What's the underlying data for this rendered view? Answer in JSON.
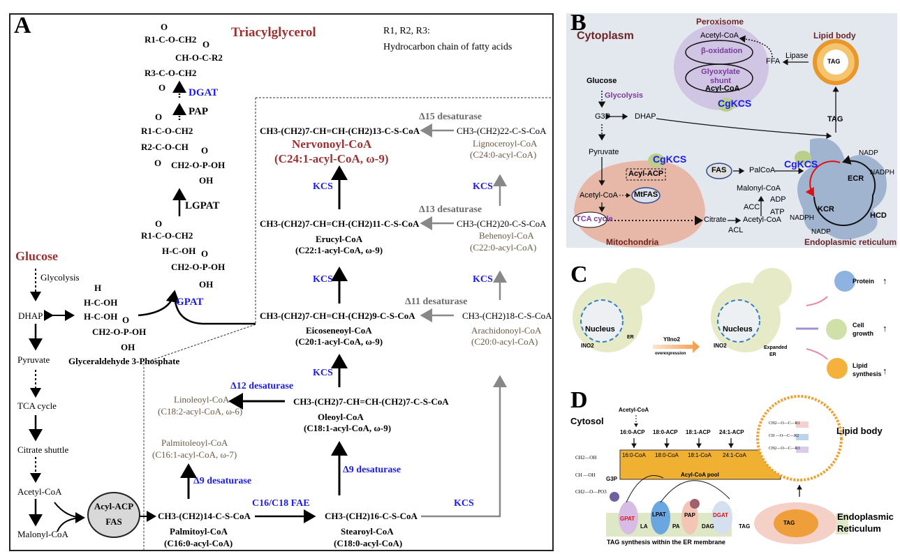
{
  "panels": {
    "A": {
      "label": "A",
      "r_legend_line1": "R1, R2, R3:",
      "r_legend_line2": "Hydrocarbon chain of fatty acids",
      "tag_title": "Triacylglycerol",
      "tag_struct": [
        "R1-C-O-CH2",
        "CH-O-C-R2",
        "R3-C-O-CH2"
      ],
      "enzymes_tag": {
        "dgat": "DGAT",
        "pap": "PAP",
        "lgpat": "LGPAT",
        "gpat": "GPAT"
      },
      "pa_struct": [
        "R1-C-O-CH2",
        "R2-C-O-CH",
        "CH2-O-P-OH",
        "OH"
      ],
      "lpa_struct": [
        "R1-C-O-CH2",
        "H-C-OH",
        "CH2-O-P-OH",
        "OH"
      ],
      "g3p_struct": [
        "H",
        "H-C-OH",
        "H-C-OH",
        "CH2-O-P-OH",
        "OH"
      ],
      "g3p_name": "Glyceraldehyde 3-Phosphate",
      "glucose_path": {
        "glucose": "Glucose",
        "glycolysis": "Glycolysis",
        "dhap": "DHAP",
        "pyruvate": "Pyruvate",
        "tca": "TCA cycle",
        "citrate": "Citrate shuttle",
        "acetyl": "Acetyl-CoA",
        "malonyl": "Malonyl-CoA"
      },
      "fas_node": {
        "line1": "Acyl-ACP",
        "line2": "FAS"
      },
      "molecules": {
        "nervonoyl": {
          "formula": "CH3-(CH2)7-CH=CH-(CH2)13-C-S-CoA",
          "name": "Nervonoyl-CoA",
          "desc": "(C24:1-acyl-CoA, ω-9)"
        },
        "erucyl": {
          "formula": "CH3-(CH2)7-CH=CH-(CH2)11-C-S-CoA",
          "name": "Erucyl-CoA",
          "desc": "(C22:1-acyl-CoA, ω-9)"
        },
        "eicoseneoyl": {
          "formula": "CH3-(CH2)7-CH=CH-(CH2)9-C-S-CoA",
          "name": "Eicoseneoyl-CoA",
          "desc": "(C20:1-acyl-CoA, ω-9)"
        },
        "oleoyl": {
          "formula": "CH3-(CH2)7-CH=CH-(CH2)7-C-S-CoA",
          "name": "Oleoyl-CoA",
          "desc": "(C18:1-acyl-CoA, ω-9)"
        },
        "palmitoyl": {
          "formula": "CH3-(CH2)14-C-S-CoA",
          "name": "Palmitoyl-CoA",
          "desc": "(C16:0-acyl-CoA)"
        },
        "stearoyl": {
          "formula": "CH3-(CH2)16-C-S-CoA",
          "name": "Stearoyl-CoA",
          "desc": "(C18:0-acyl-CoA)"
        },
        "lignoceroyl": {
          "formula": "CH3-(CH2)22-C-S-CoA",
          "name": "Lignoceroyl-CoA",
          "desc": "(C24:0-acyl-CoA)"
        },
        "behenoyl": {
          "formula": "CH3-(CH2)20-C-S-CoA",
          "name": "Behenoyl-CoA",
          "desc": "(C22:0-acyl-CoA)"
        },
        "arachidonoyl": {
          "formula": "CH3-(CH2)18-C-S-CoA",
          "name": "Arachidonoyl-CoA",
          "desc": "(C20:0-acyl-CoA)"
        },
        "linoleoyl": {
          "name": "Linoleoyl-CoA",
          "desc": "(C18:2-acyl-CoA,  ω-6)"
        },
        "palmitoleoyl": {
          "name": "Palmitoleoyl-CoA",
          "desc": "(C16:1-acyl-CoA,  ω-7)"
        }
      },
      "enzymes": {
        "d15": "Δ15 desaturase",
        "d13": "Δ13 desaturase",
        "d11": "Δ11 desaturase",
        "d12": "Δ12 desaturase",
        "d9a": "Δ9 desaturase",
        "d9b": "Δ9 desaturase",
        "fae": "C16/C18 FAE",
        "kcs": "KCS"
      },
      "oxygen": "O"
    },
    "B": {
      "label": "B",
      "cytoplasm": "Cytoplasm",
      "peroxisome": "Peroxisome",
      "acetyl_coa_top": "Acetyl-CoA",
      "beta_ox": "β-oxidation",
      "glyoxylate": "Glyoxylate shunt",
      "acyl_coa": "Acyl-CoA",
      "cgkcs": "CgKCS",
      "lipid_body": "Lipid body",
      "tag": "TAG",
      "lipase": "Lipase",
      "ffa": "FFA",
      "glucose": "Glucose",
      "glycolysis": "Glycolysis",
      "g3p": "G3P",
      "dhap": "DHAP",
      "pyruvate": "Pyruvate",
      "acyl_acp": "Acyl-ACP",
      "mtfas": "MtFAS",
      "acetyl_coa_mito": "Acetyl-CoA",
      "tca": "TCA cycle",
      "mitochondria": "Mitochondria",
      "fas": "FAS",
      "palcoa": "PalCoA",
      "malonyl": "Malonyl-CoA",
      "acc": "ACC",
      "adp": "ADP",
      "atp": "ATP",
      "citrate": "Citrate",
      "acl": "ACL",
      "acetyl_coa_cyto": "Acetyl-CoA",
      "ecr": "ECR",
      "kcr": "KCR",
      "hcd": "HCD",
      "nadp": "NADP",
      "nadph": "NADPH",
      "er": "Endoplasmic reticulum"
    },
    "C": {
      "label": "C",
      "nucleus": "Nucleus",
      "ino": "INO2",
      "er": "ER",
      "expanded_er_1": "Expanded",
      "expanded_er_2": "ER",
      "arrow_top": "YlIno2",
      "arrow_bottom": "overexpression",
      "outcomes": [
        {
          "label": "Protein",
          "trend": "↑"
        },
        {
          "label": "Cell growth",
          "trend": "↑"
        },
        {
          "label": "Lipid synthesis",
          "trend": "↑"
        }
      ]
    },
    "D": {
      "label": "D",
      "cytosol": "Cytosol",
      "acetyl": "Acetyl-CoA",
      "acp_chain": [
        "16:0-ACP",
        "18:0-ACP",
        "18:1-ACP",
        "24:1-ACP"
      ],
      "coa_chain": [
        "16:0-CoA",
        "18:0-CoA",
        "18:1-CoA",
        "24:1-CoA"
      ],
      "pool": "Acyl-CoA pool",
      "g3p": "G3P",
      "g3p_struct": [
        "CH2—OH",
        "CH —OH",
        "CH2—O—PO3"
      ],
      "enzymes": [
        "GPAT",
        "LPAT",
        "PAP",
        "DGAT"
      ],
      "intermediates": [
        "LA",
        "PA",
        "DAG",
        "TAG"
      ],
      "membrane_caption": "TAG synthesis within the ER membrane",
      "lipid_body": "Lipid body",
      "er_1": "Endoplasmic",
      "er_2": "Reticulum",
      "tag": "TAG",
      "lb_struct": [
        "CH2—O—C—R1",
        "CH —O—C—R2",
        "CH2—O—C—R3"
      ]
    }
  }
}
